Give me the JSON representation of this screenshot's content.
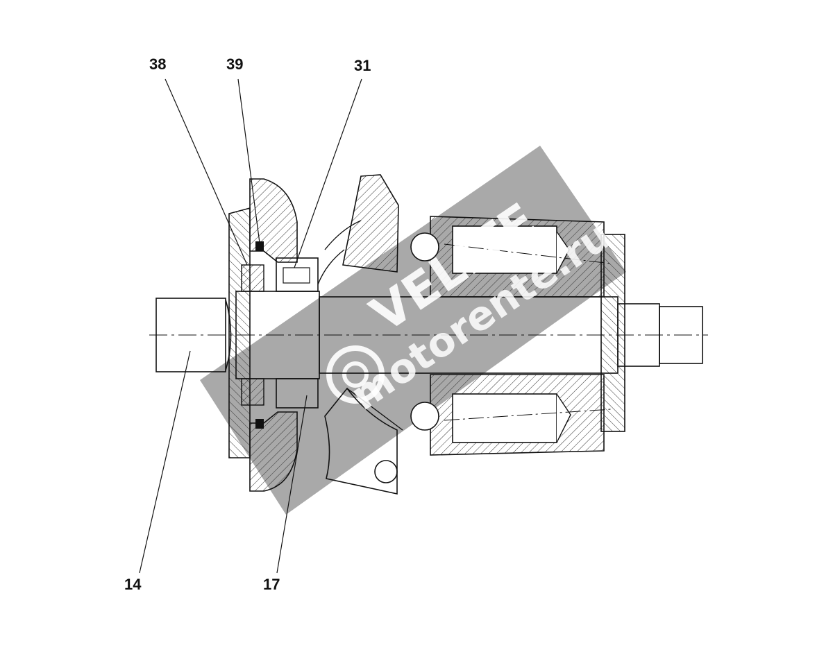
{
  "callouts": [
    {
      "id": "38",
      "label": "38"
    },
    {
      "id": "39",
      "label": "39"
    },
    {
      "id": "31",
      "label": "31"
    },
    {
      "id": "14",
      "label": "14"
    },
    {
      "id": "17",
      "label": "17"
    }
  ],
  "watermark": {
    "brand": "VELITE",
    "site": "motorente.ru",
    "color": "#9a9a9a"
  }
}
